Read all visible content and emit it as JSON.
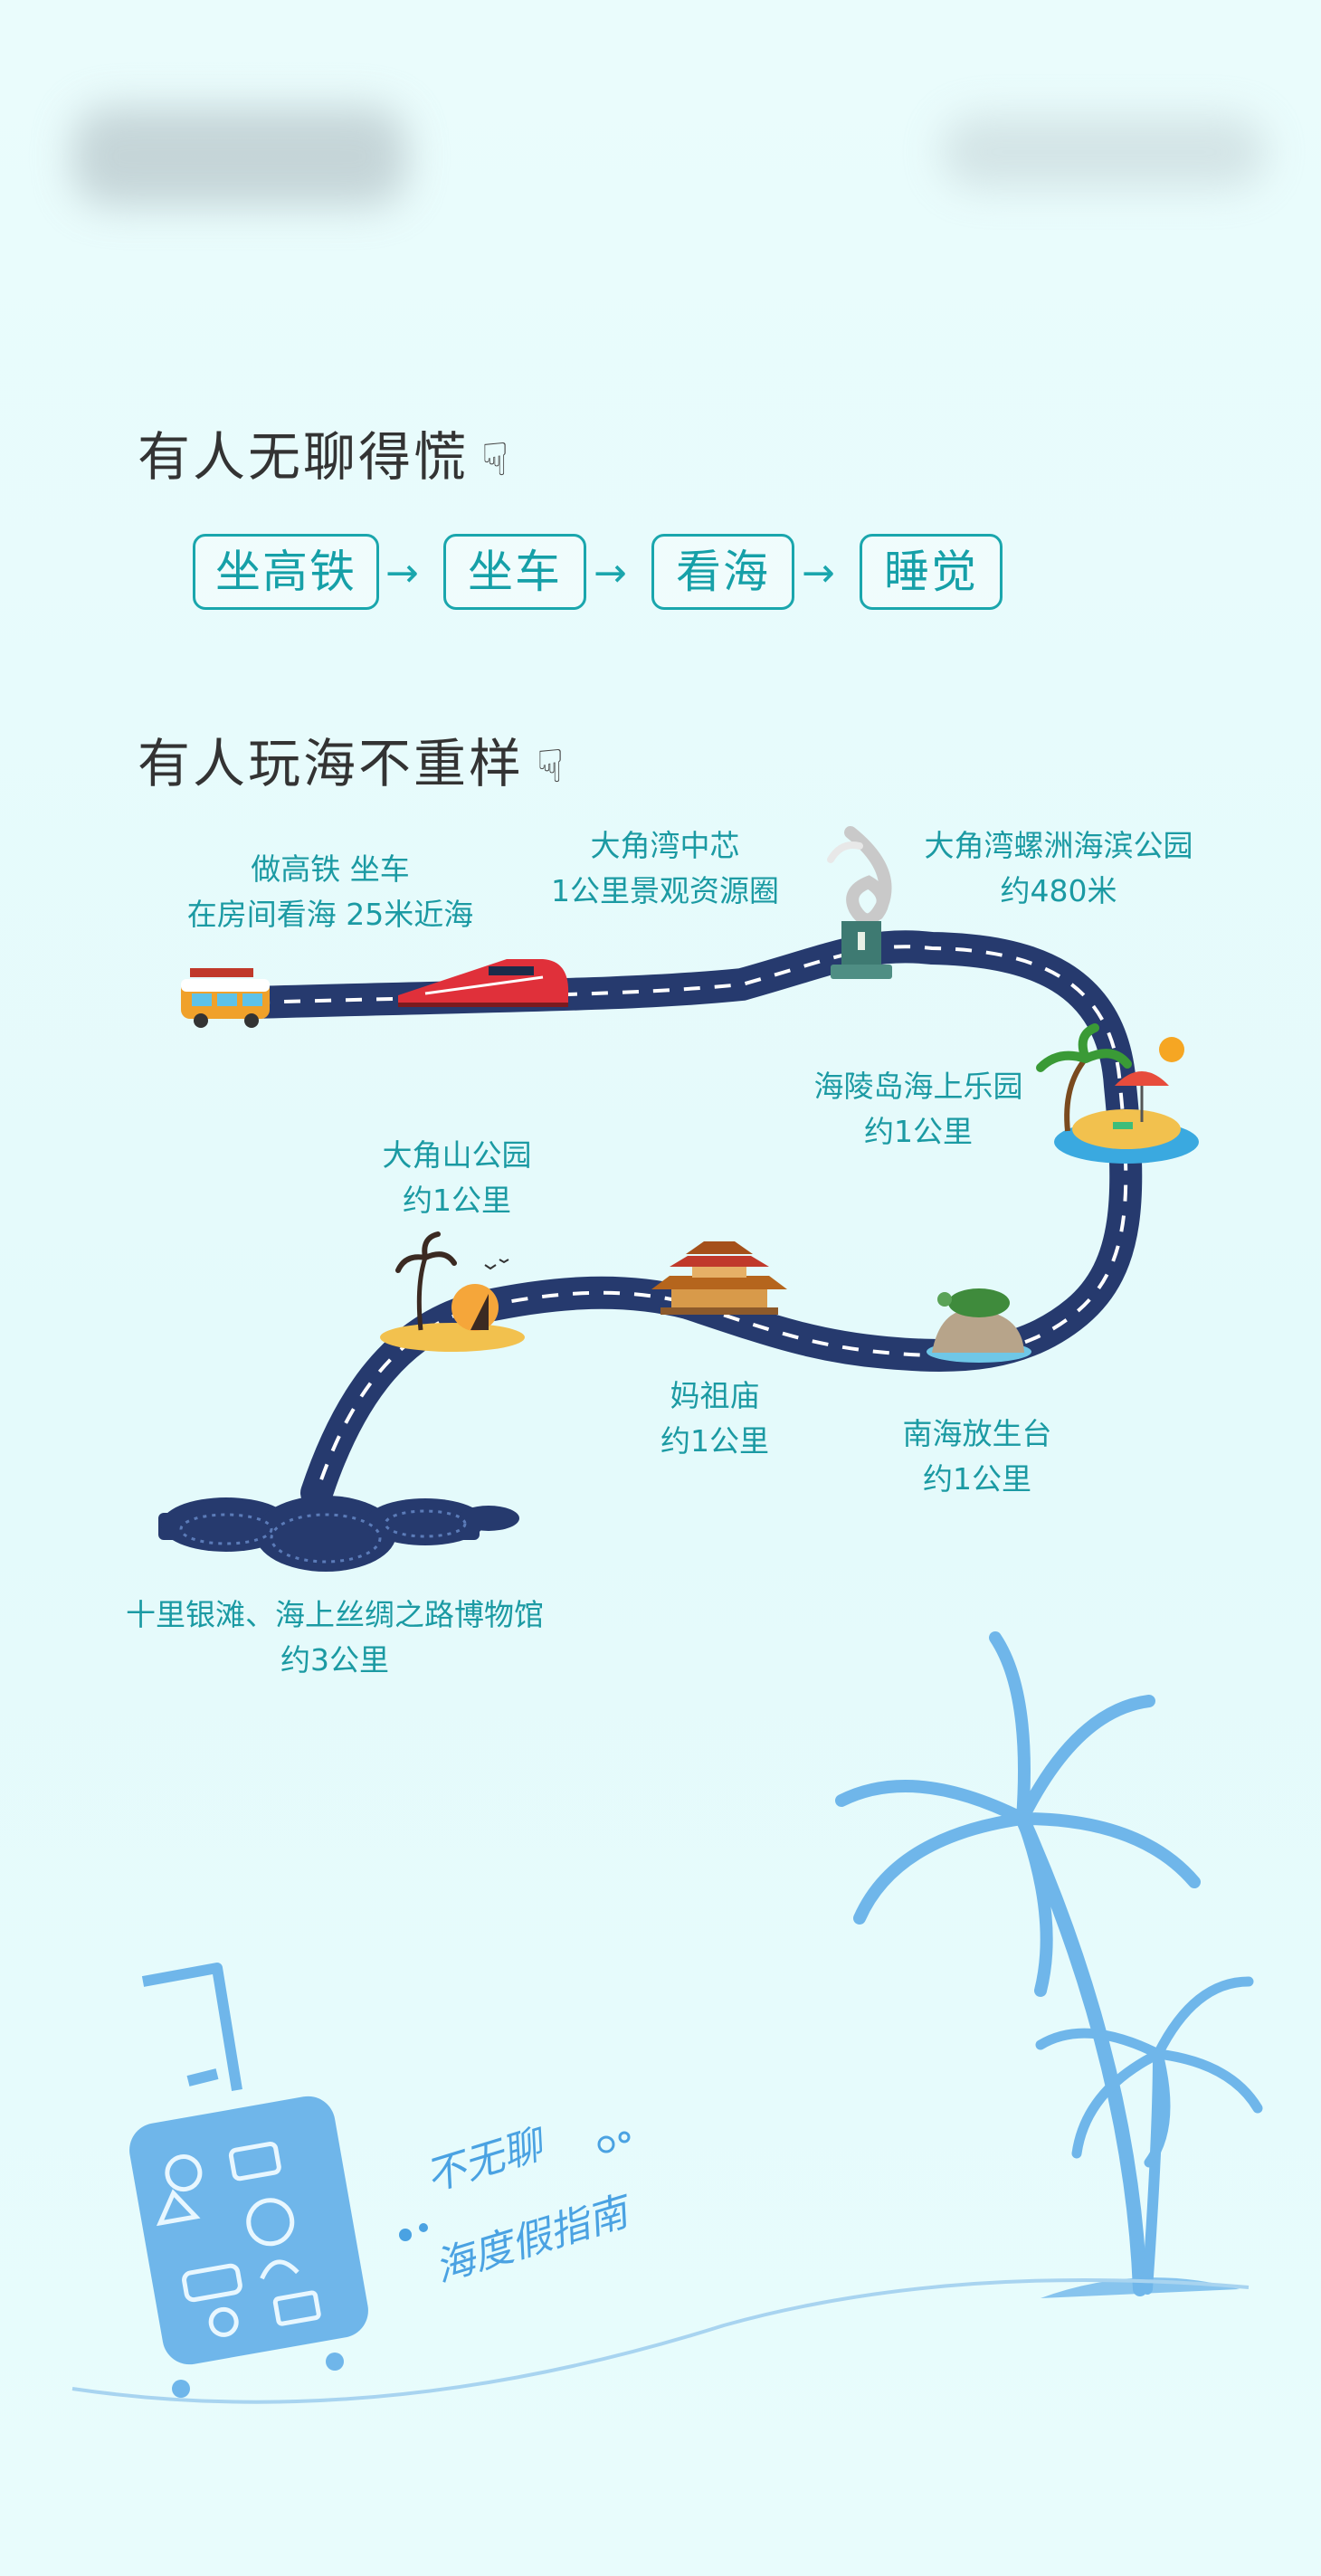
{
  "section1": {
    "title": "有人无聊得慌",
    "hand_icon": "pointing-hand-icon",
    "steps": [
      "坐高铁",
      "坐车",
      "看海",
      "睡觉"
    ],
    "arrow_glyph": "→"
  },
  "section2": {
    "title": "有人玩海不重样",
    "hand_icon": "pointing-hand-icon"
  },
  "route": {
    "stops": [
      {
        "line1": "做高铁 坐车",
        "line2": "在房间看海 25米近海",
        "icon": "train-and-van-icon"
      },
      {
        "line1": "大角湾中芯",
        "line2": "1公里景观资源圈",
        "icon": "monument-icon"
      },
      {
        "line1": "大角湾螺洲海滨公园",
        "line2": "约480米",
        "icon": "palm-beach-icon"
      },
      {
        "line1": "海陵岛海上乐园",
        "line2": "约1公里",
        "icon": "island-icon"
      },
      {
        "line1": "南海放生台",
        "line2": "约1公里",
        "icon": "turtle-rock-icon"
      },
      {
        "line1": "妈祖庙",
        "line2": "约1公里",
        "icon": "temple-icon"
      },
      {
        "line1": "大角山公园",
        "line2": "约1公里",
        "icon": "sunset-island-icon"
      },
      {
        "line1": "十里银滩、海上丝绸之路博物馆",
        "line2": "约3公里",
        "icon": "museum-icon"
      }
    ]
  },
  "slogan": {
    "line1": "不无聊",
    "line2": "海度假指南"
  },
  "decor": {
    "road_color": "#263a6e",
    "accent_color": "#1aa6ad",
    "palm_color": "#6fb6ea"
  }
}
